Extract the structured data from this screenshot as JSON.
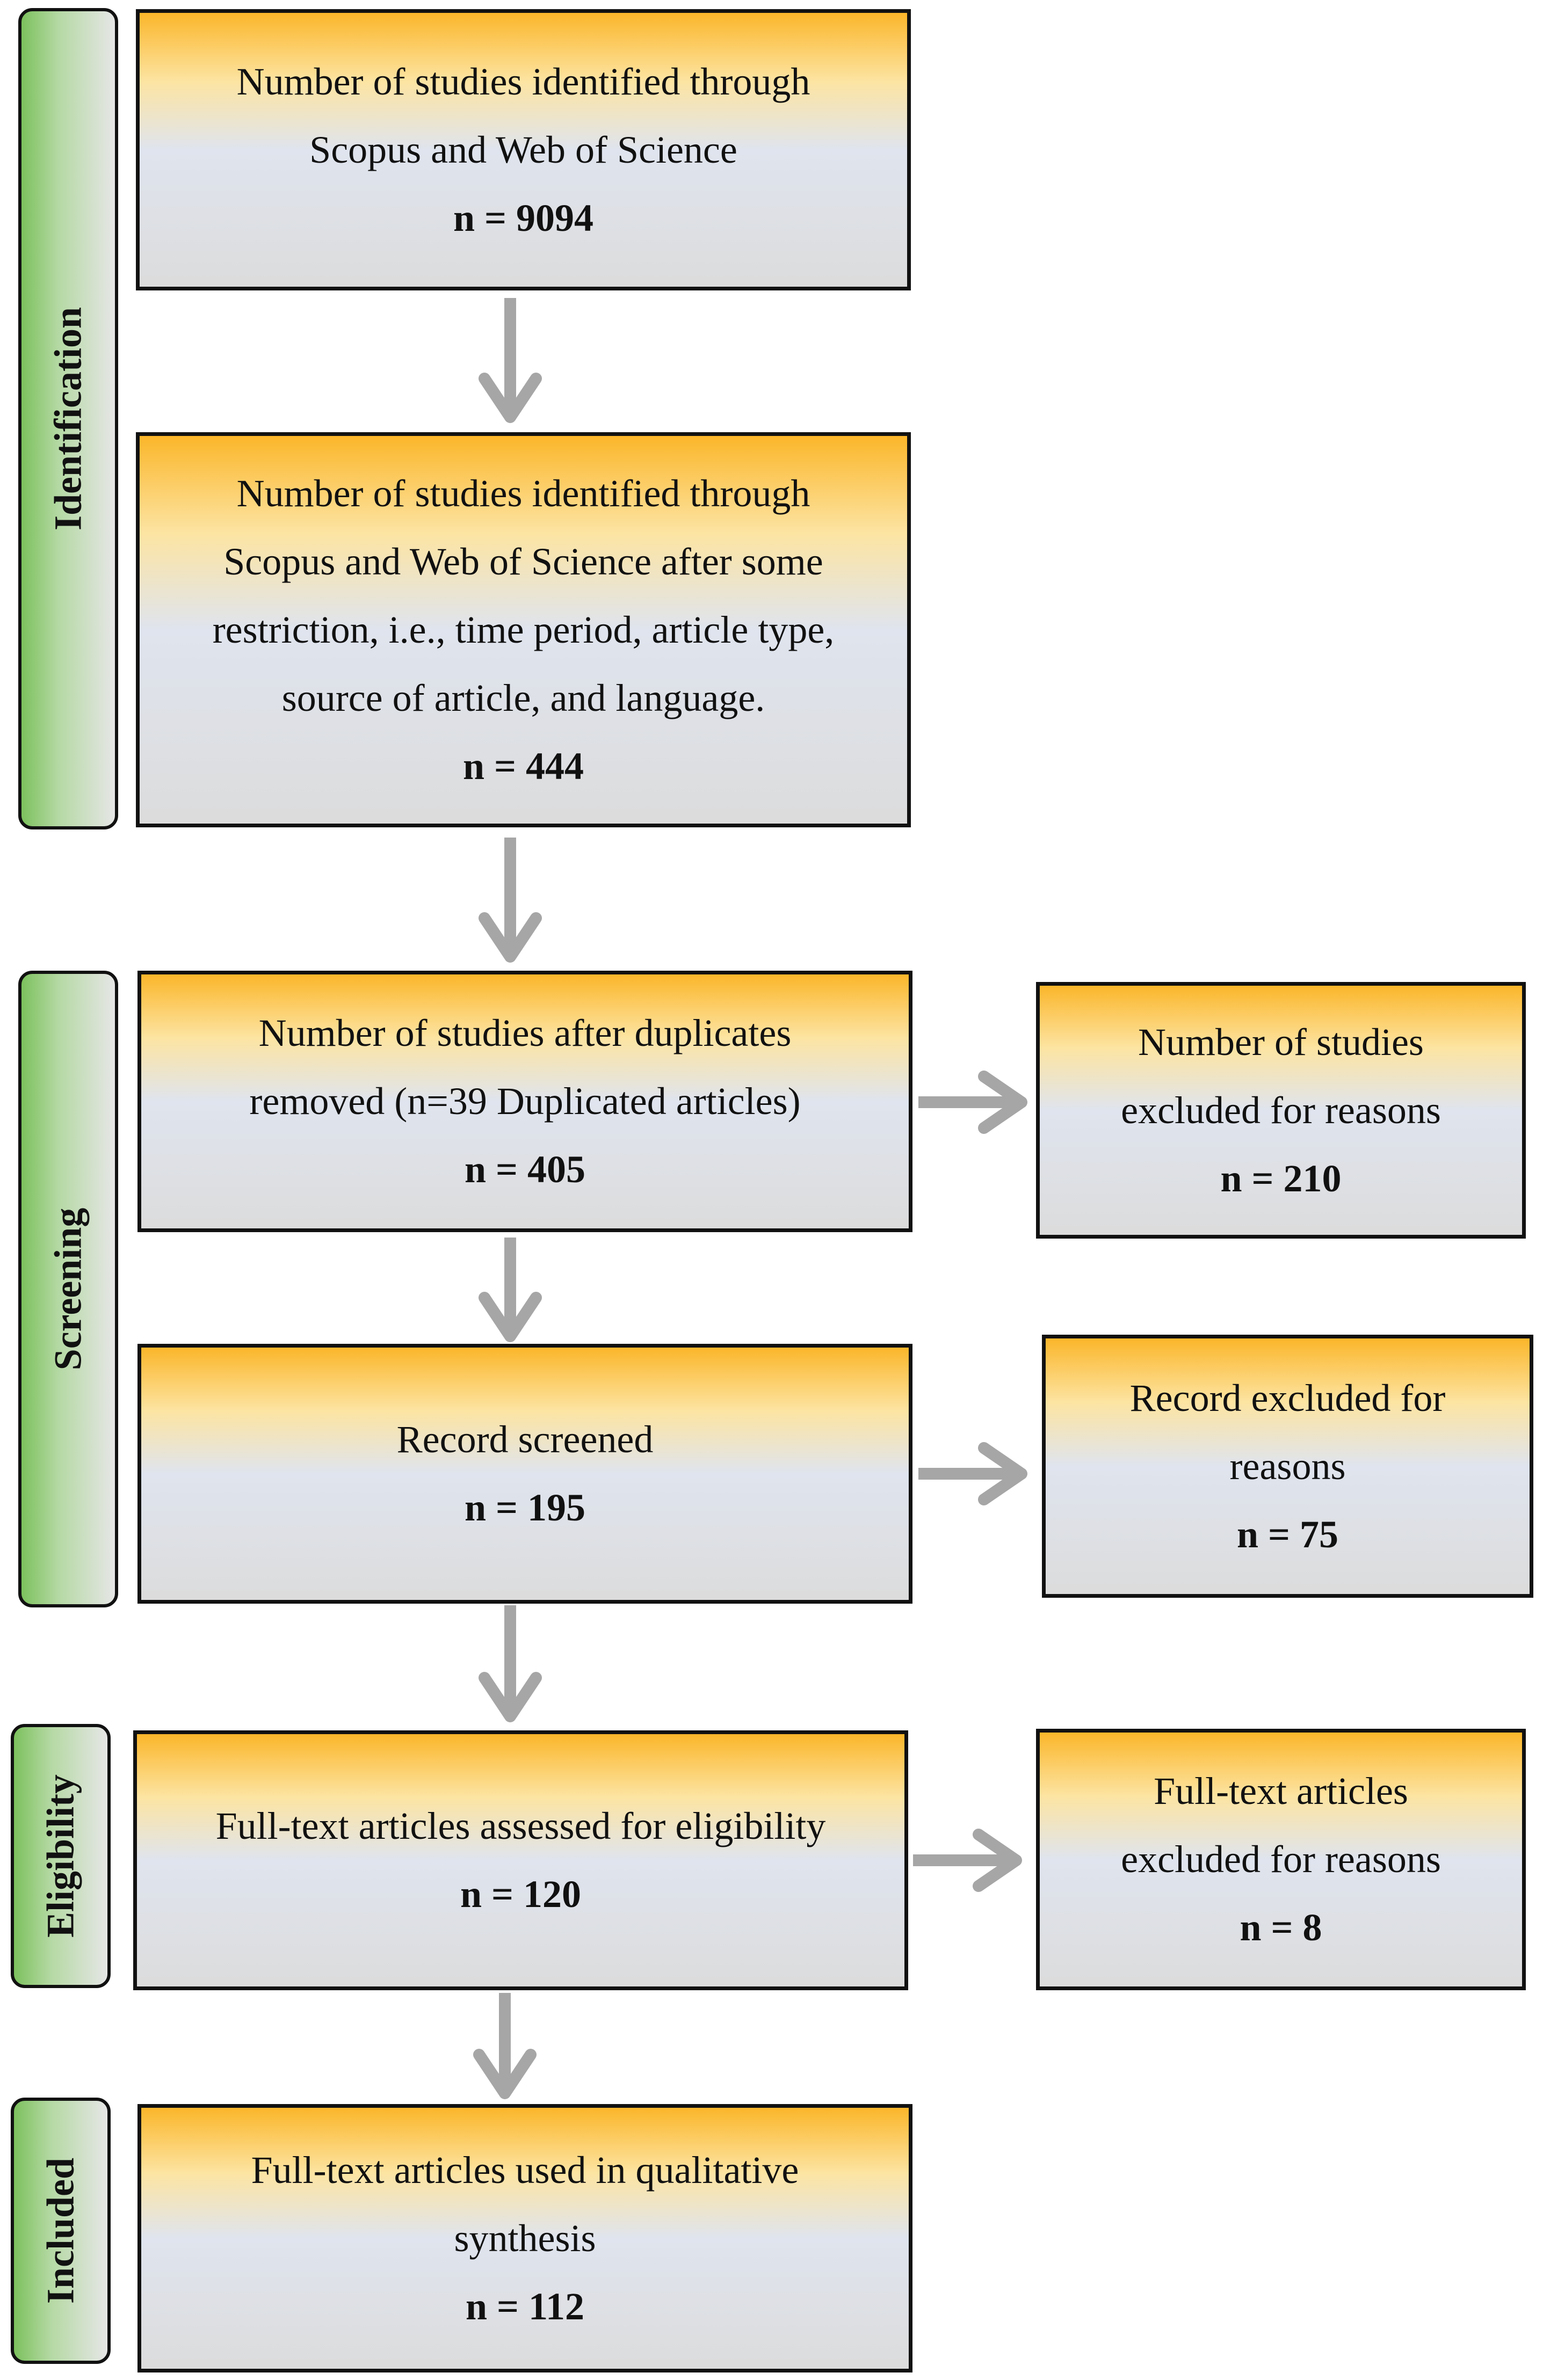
{
  "stages": [
    {
      "label": "Identification"
    },
    {
      "label": "Screening"
    },
    {
      "label": "Eligibility"
    },
    {
      "label": "Included"
    }
  ],
  "main_boxes": [
    {
      "lines": [
        "Number of studies identified through",
        "Scopus and Web of Science"
      ],
      "count": "n = 9094"
    },
    {
      "lines": [
        "Number of studies identified through",
        "Scopus and Web of Science after some",
        "restriction, i.e., time period, article type,",
        "source of article, and language."
      ],
      "count": "n = 444"
    },
    {
      "lines": [
        "Number of studies after duplicates",
        "removed (n=39 Duplicated articles)"
      ],
      "count": "n = 405"
    },
    {
      "lines": [
        "Record screened"
      ],
      "count": "n = 195"
    },
    {
      "lines": [
        "Full-text articles assessed for eligibility"
      ],
      "count": "n = 120"
    },
    {
      "lines": [
        "Full-text articles used in qualitative",
        "synthesis"
      ],
      "count": "n = 112"
    }
  ],
  "side_boxes": [
    {
      "lines": [
        "Number of studies",
        "excluded for reasons"
      ],
      "count": "n = 210"
    },
    {
      "lines": [
        "Record excluded for",
        "reasons"
      ],
      "count": "n = 75"
    },
    {
      "lines": [
        "Full-text articles",
        "excluded for reasons"
      ],
      "count": "n = 8"
    }
  ],
  "colors": {
    "box_top": "#fbb62a",
    "box_bottom": "#dcdcdc",
    "stage_green": "#7cc15d",
    "arrow": "#a6a6a6",
    "border": "#111111"
  }
}
